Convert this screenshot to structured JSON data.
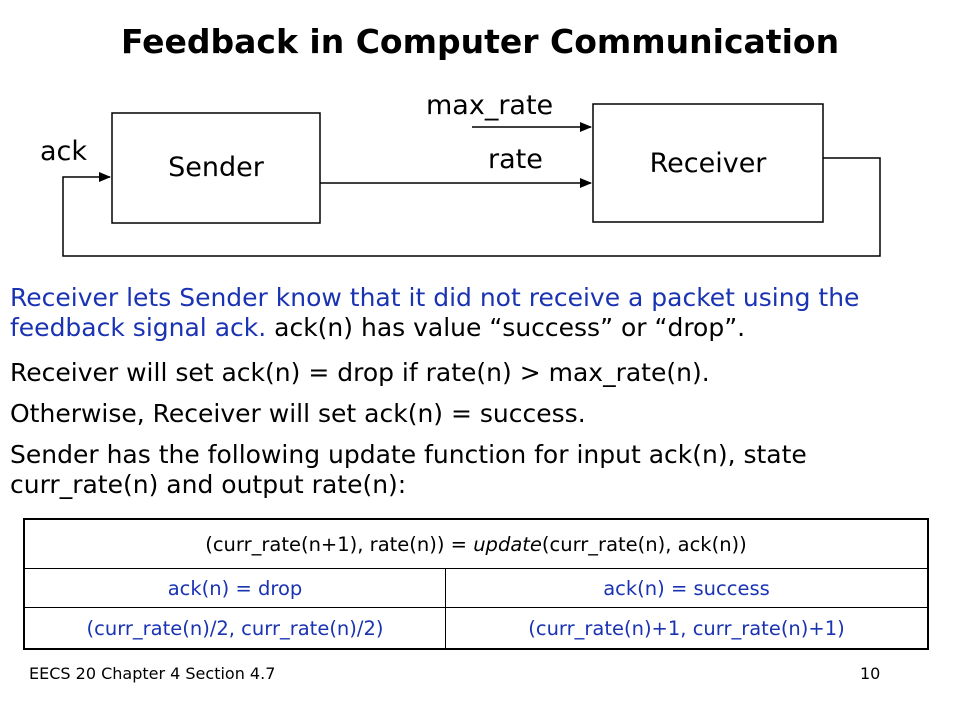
{
  "title": "Feedback in Computer Communication",
  "diagram": {
    "sender_label": "Sender",
    "receiver_label": "Receiver",
    "ack_label": "ack",
    "rate_label": "rate",
    "max_rate_label": "max_rate"
  },
  "paragraphs": [
    {
      "part1": "Receiver lets Sender know that it did not receive a packet using the feedback signal ack.",
      "part2": "  ack(n) has value “success” or “drop”."
    },
    {
      "text": "Receiver will set ack(n) = drop   if    rate(n) > max_rate(n)."
    },
    {
      "text": "Otherwise, Receiver will set ack(n) = success."
    },
    {
      "text": "Sender has the following update function for input ack(n), state curr_rate(n) and output rate(n):"
    }
  ],
  "table": {
    "header_pre": "(curr_rate(n+1), rate(n)) = ",
    "header_func": "update",
    "header_post": "(curr_rate(n), ack(n))",
    "col1_head": "ack(n) = drop",
    "col2_head": "ack(n) = success",
    "col1_value": "(curr_rate(n)/2, curr_rate(n)/2)",
    "col2_value": "(curr_rate(n)+1, curr_rate(n)+1)"
  },
  "footer": {
    "left": "EECS 20 Chapter 4 Section 4.7",
    "page": "10"
  }
}
